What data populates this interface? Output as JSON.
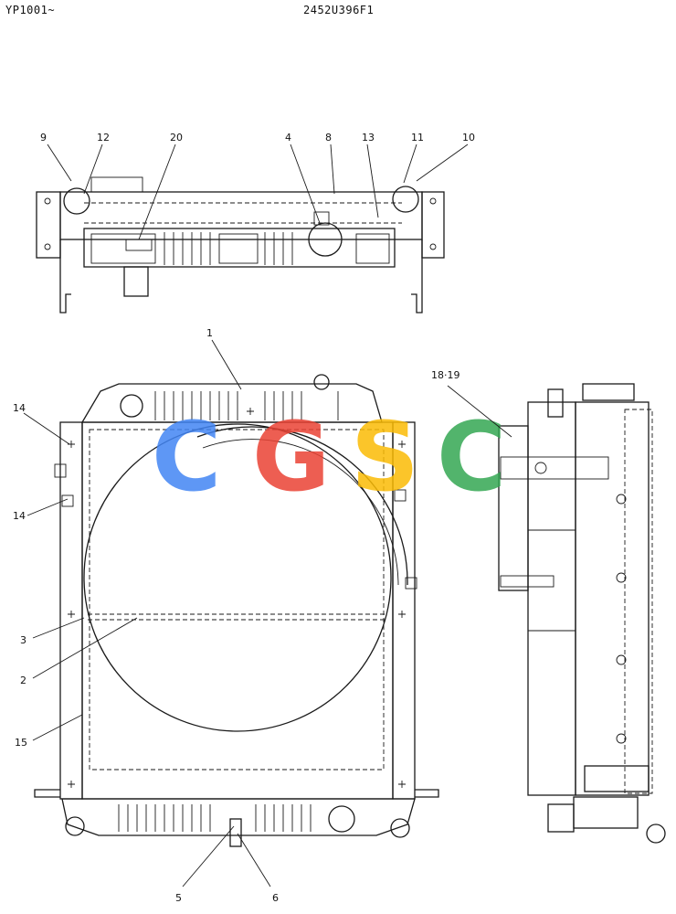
{
  "header": {
    "left": "YP1001~",
    "center": "2452U396F1"
  },
  "watermark": {
    "letters": [
      "C",
      "G",
      "S",
      "C"
    ],
    "colors": [
      "#4285f4",
      "#ea4335",
      "#fbbc05",
      "#34a853"
    ]
  },
  "callouts": [
    "9",
    "12",
    "20",
    "4",
    "8",
    "13",
    "11",
    "10",
    "1",
    "14",
    "14",
    "18·19",
    "3",
    "2",
    "15",
    "5",
    "6"
  ]
}
